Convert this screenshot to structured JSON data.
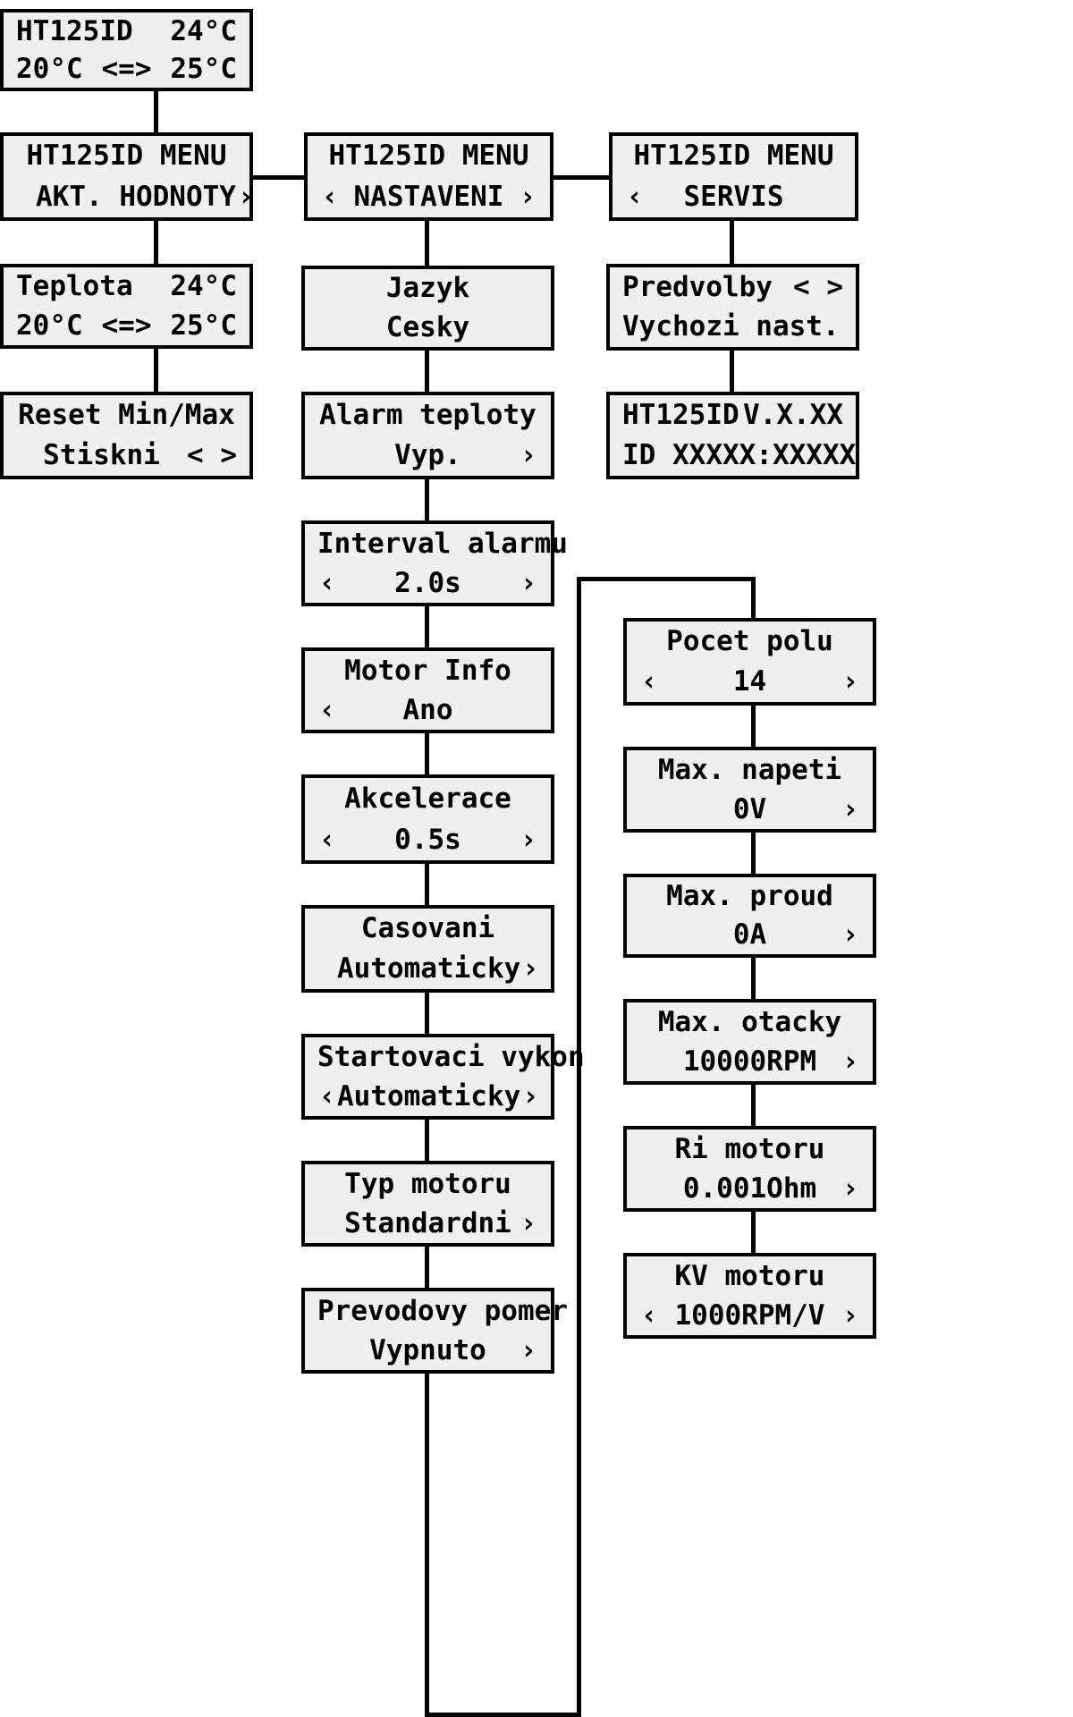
{
  "diagram": {
    "title": "HT125ID LCD menu structure",
    "device": "HT125ID",
    "colors": {
      "screen_fill": "#efefef",
      "border": "#000000",
      "text": "#000000",
      "background": "#ffffff"
    },
    "icons": {
      "left_arrow": "‹",
      "right_arrow": "›",
      "range_arrow": "<=>"
    }
  },
  "screens": {
    "home": {
      "name": "home-screen",
      "line1_left": "HT125ID",
      "line1_right": "24°C",
      "line2_left": "20°C",
      "line2_mid": "<=>",
      "line2_right": "25°C"
    },
    "menu_aktualni": {
      "name": "menu-akt-hodnoty",
      "line1": "HT125ID MENU",
      "line2": "AKT. HODNOTY",
      "left_arrow": "",
      "right_arrow": "›"
    },
    "menu_nastaveni": {
      "name": "menu-nastaveni",
      "line1": "HT125ID MENU",
      "line2": "NASTAVENI",
      "left_arrow": "‹",
      "right_arrow": "›"
    },
    "menu_servis": {
      "name": "menu-servis",
      "line1": "HT125ID MENU",
      "line2": "SERVIS",
      "left_arrow": "‹",
      "right_arrow": ""
    },
    "teplota": {
      "name": "teplota-screen",
      "line1_left": "Teplota",
      "line1_right": "24°C",
      "line2_left": "20°C",
      "line2_mid": "<=>",
      "line2_right": "25°C"
    },
    "reset_minmax": {
      "name": "reset-min-max-screen",
      "line1": "Reset Min/Max",
      "line2": "Stiskni",
      "arrows": "< >"
    },
    "jazyk": {
      "name": "jazyk-screen",
      "line1": "Jazyk",
      "line2": "Cesky",
      "left_arrow": "",
      "right_arrow": ""
    },
    "alarm_teploty": {
      "name": "alarm-teploty-screen",
      "line1": "Alarm teploty",
      "line2": "Vyp.",
      "left_arrow": "",
      "right_arrow": "›"
    },
    "interval_alarmu": {
      "name": "interval-alarmu-screen",
      "line1": "Interval alarmu",
      "line2": "2.0s",
      "left_arrow": "‹",
      "right_arrow": "›"
    },
    "motor_info": {
      "name": "motor-info-screen",
      "line1": "Motor Info",
      "line2": "Ano",
      "left_arrow": "‹",
      "right_arrow": ""
    },
    "akcelerace": {
      "name": "akcelerace-screen",
      "line1": "Akcelerace",
      "line2": "0.5s",
      "left_arrow": "‹",
      "right_arrow": "›"
    },
    "casovani": {
      "name": "casovani-screen",
      "line1": "Casovani",
      "line2": "Automaticky",
      "left_arrow": "",
      "right_arrow": "›"
    },
    "startovaci_vykon": {
      "name": "startovaci-vykon-screen",
      "line1": "Startovaci vykon",
      "line2": "Automaticky",
      "left_arrow": "‹",
      "right_arrow": "›"
    },
    "typ_motoru": {
      "name": "typ-motoru-screen",
      "line1": "Typ motoru",
      "line2": "Standardni",
      "left_arrow": "",
      "right_arrow": "›"
    },
    "prevodovy_pomer": {
      "name": "prevodovy-pomer-screen",
      "line1": "Prevodovy pomer",
      "line2": "Vypnuto",
      "left_arrow": "",
      "right_arrow": "›"
    },
    "predvolby": {
      "name": "predvolby-screen",
      "line1_left": "Predvolby",
      "line1_arrows": "< >",
      "line2": "Vychozi nast."
    },
    "verze": {
      "name": "verze-screen",
      "line1_left": "HT125ID",
      "line1_right": "V.X.XX",
      "line2": "ID XXXXX:XXXXX"
    },
    "pocet_polu": {
      "name": "pocet-polu-screen",
      "line1": "Pocet polu",
      "line2": "14",
      "left_arrow": "‹",
      "right_arrow": "›"
    },
    "max_napeti": {
      "name": "max-napeti-screen",
      "line1": "Max. napeti",
      "line2": "0V",
      "left_arrow": "",
      "right_arrow": "›"
    },
    "max_proud": {
      "name": "max-proud-screen",
      "line1": "Max. proud",
      "line2": "0A",
      "left_arrow": "",
      "right_arrow": "›"
    },
    "max_otacky": {
      "name": "max-otacky-screen",
      "line1": "Max. otacky",
      "line2": "10000RPM",
      "left_arrow": "",
      "right_arrow": "›"
    },
    "ri_motoru": {
      "name": "ri-motoru-screen",
      "line1": "Ri motoru",
      "line2": "0.001Ohm",
      "left_arrow": "",
      "right_arrow": "›"
    },
    "kv_motoru": {
      "name": "kv-motoru-screen",
      "line1": "KV motoru",
      "line2": "1000RPM/V",
      "left_arrow": "‹",
      "right_arrow": "›"
    }
  }
}
